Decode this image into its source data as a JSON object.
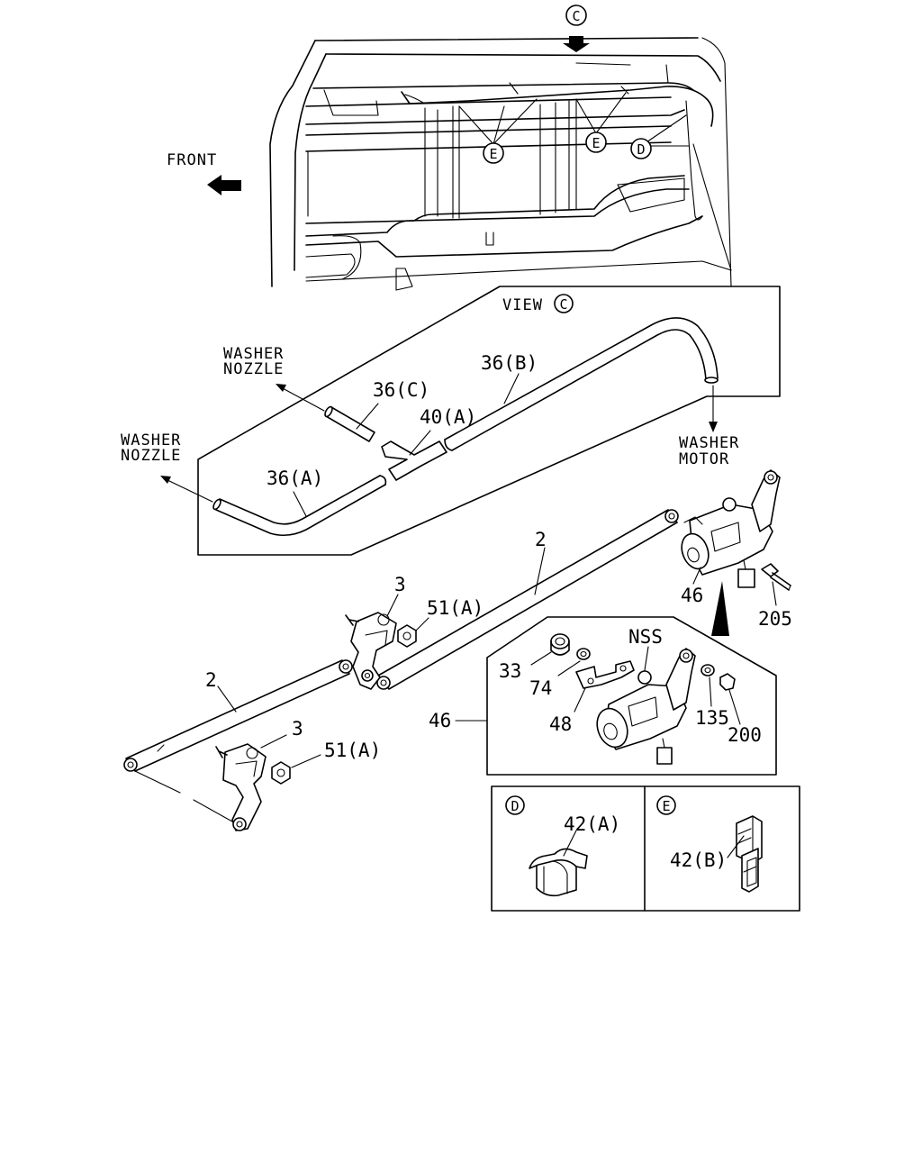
{
  "labels": {
    "view_c_top": "C",
    "front": "FRONT",
    "callout_e1": "E",
    "callout_e2": "E",
    "callout_d": "D",
    "view_c_text": "VIEW",
    "view_c_circle": "C",
    "washer_nozzle_upper_1": "WASHER",
    "washer_nozzle_upper_2": "NOZZLE",
    "washer_nozzle_lower_1": "WASHER",
    "washer_nozzle_lower_2": "NOZZLE",
    "washer_motor_1": "WASHER",
    "washer_motor_2": "MOTOR",
    "p36c": "36(C)",
    "p36b": "36(B)",
    "p40a": "40(A)",
    "p36a": "36(A)",
    "p2_upper": "2",
    "p2_lower": "2",
    "p3_upper": "3",
    "p3_lower": "3",
    "p51a_upper": "51(A)",
    "p51a_lower": "51(A)",
    "p46_motor": "46",
    "p205": "205",
    "p33": "33",
    "p74": "74",
    "nss": "NSS",
    "p48": "48",
    "p135": "135",
    "p200": "200",
    "p46_detail": "46",
    "detail_d": "D",
    "detail_e": "E",
    "p42a": "42(A)",
    "p42b": "42(B)"
  }
}
